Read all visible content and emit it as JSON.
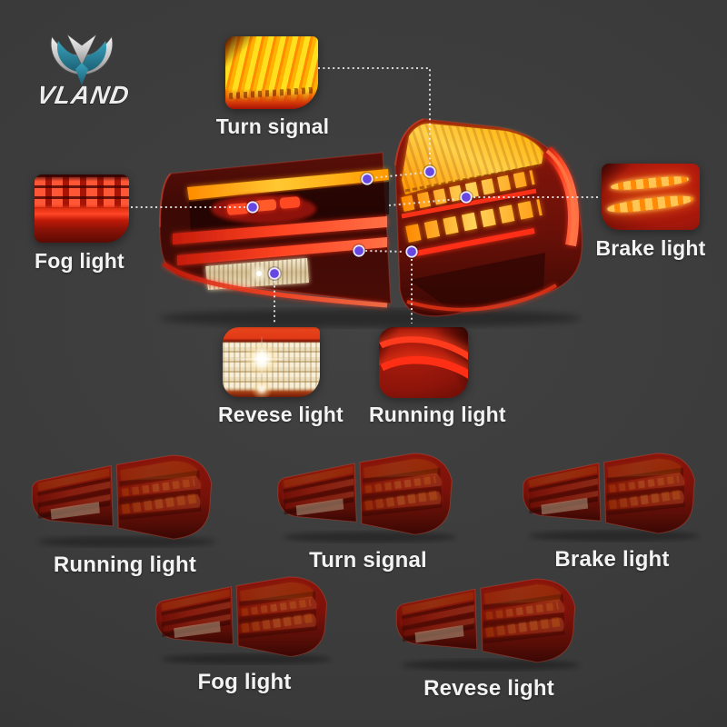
{
  "brand": {
    "name": "VLAND"
  },
  "callouts": {
    "turn_signal": {
      "label": "Turn signal"
    },
    "fog_light": {
      "label": "Fog light"
    },
    "brake_light": {
      "label": "Brake light"
    },
    "reverse_light": {
      "label": "Revese light"
    },
    "running_light": {
      "label": "Running light"
    }
  },
  "mode_gallery": {
    "row1": [
      {
        "label": "Running light"
      },
      {
        "label": "Turn signal"
      },
      {
        "label": "Brake light"
      }
    ],
    "row2": [
      {
        "label": "Fog light"
      },
      {
        "label": "Revese light"
      }
    ]
  },
  "colors": {
    "background": "#3a3a3a",
    "label_text": "#f3f3f3",
    "marker_dot": "#6747e2",
    "connector_line": "#e3e3e3",
    "turn_amber": "#ffb200",
    "brake_red": "#d8200f",
    "reverse_cream": "#efe3c6",
    "logo_teal": "#2e93ad"
  }
}
